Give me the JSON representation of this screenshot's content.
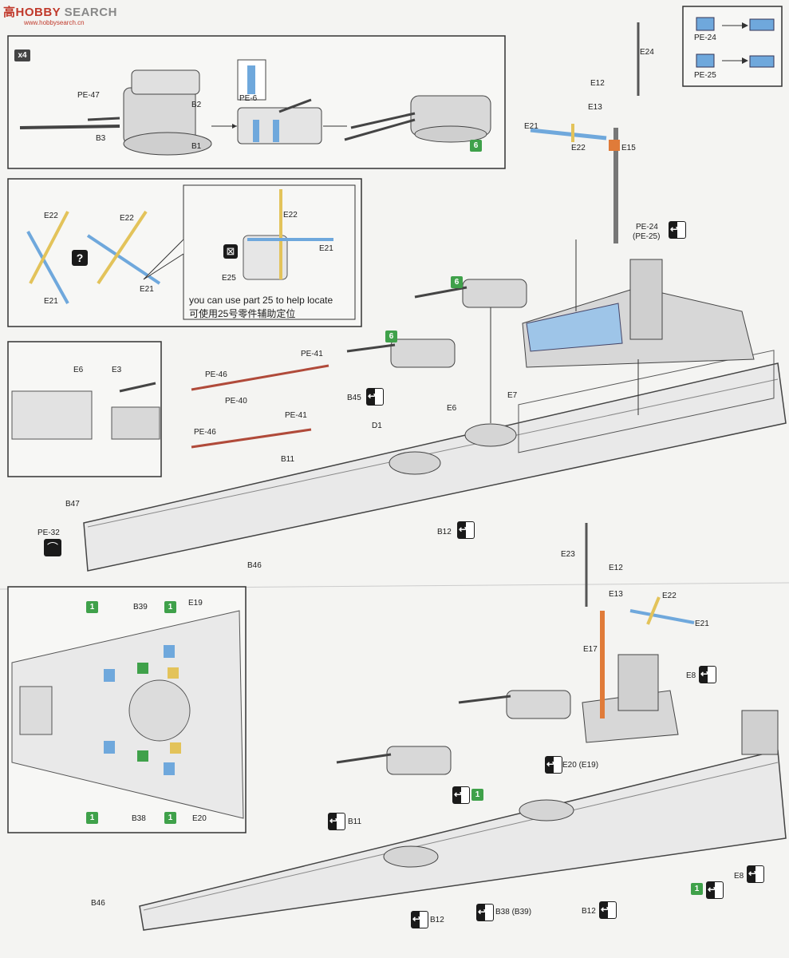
{
  "watermark": {
    "brand": "高",
    "brand_red": "HOBBY",
    "brand_gray": "SEARCH",
    "sub": "www.hobbysearch.cn"
  },
  "step_marker": "■",
  "turret_box": {
    "multiplier": "x4",
    "labels": [
      "PE-47",
      "B2",
      "B3",
      "B1",
      "PE-6"
    ],
    "badge": "6"
  },
  "pe_box": {
    "labels": [
      "PE-24",
      "PE-25"
    ]
  },
  "mast_top": {
    "labels": [
      "E24",
      "E12",
      "E13",
      "E21",
      "E22",
      "E15",
      "PE-24",
      "(PE-25)"
    ]
  },
  "locate_box": {
    "labels": [
      "E22",
      "E21",
      "E22",
      "E21",
      "E22",
      "E21",
      "E25"
    ],
    "question": "?",
    "x_icon": "⊠",
    "note_en": "you can use part 25 to help locate",
    "note_cn": "可使用25号零件辅助定位"
  },
  "inset_left": {
    "labels": [
      "E6",
      "E3"
    ]
  },
  "hull_fore": {
    "labels": [
      "PE-41",
      "PE-46",
      "PE-40",
      "PE-46",
      "PE-41",
      "B45",
      "D1",
      "E6",
      "E7",
      "B11",
      "B47",
      "PE-32",
      "B12",
      "B46"
    ],
    "badges": [
      "6",
      "6"
    ]
  },
  "deck_inset": {
    "labels": [
      "B39",
      "E19",
      "B38",
      "E20"
    ],
    "badges": [
      "1",
      "1",
      "1",
      "1"
    ]
  },
  "hull_aft": {
    "labels": [
      "E23",
      "E12",
      "E13",
      "E22",
      "E21",
      "E17",
      "E8",
      "E20 (E19)",
      "B11",
      "B46",
      "B12",
      "B38 (B39)",
      "B12",
      "E8"
    ],
    "badges": [
      "1",
      "1"
    ]
  },
  "colors": {
    "blue": "#6fa8dc",
    "yellow": "#e3c35a",
    "orange": "#e07b39",
    "green": "#3fa14a",
    "gray": "#cfcfcf"
  }
}
